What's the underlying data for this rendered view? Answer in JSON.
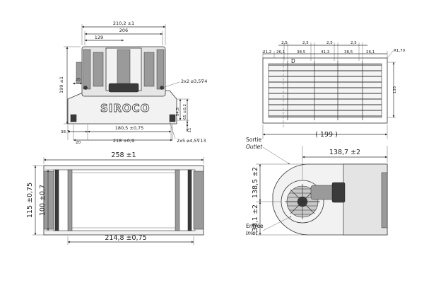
{
  "brand": "SIROCO",
  "front_view": {
    "dims": {
      "overall_width": "210,2 ±1",
      "width_206": "206",
      "width_129": "129",
      "offset_26": "26",
      "height_199": "199 ±1",
      "holes_top": "2x2 ⌀3,5⊽4",
      "height_54_5": "54,5",
      "height_65": "65 ±0,2",
      "height_11": "11",
      "left_38_7": "38,7",
      "mount_180_5": "180,5 ±0,75",
      "offset_20": "20",
      "mount_218": "218 ±0,9",
      "holes_bottom": "2x5 ⌀4,5⊽13"
    }
  },
  "fin_view": {
    "dims": {
      "pitch_2_5": "2,5",
      "a_21_2": "21,2",
      "a_26_1": "26,1",
      "a_38_5": "38,5",
      "a_41_3": "41,3",
      "a_38_5b": "38,5",
      "a_26_1b": "26,1",
      "radius": "R1,70",
      "height_135": "135",
      "label_d": "D",
      "width_199": "( 199 )"
    }
  },
  "top_view": {
    "dims": {
      "length_258": "258 ±1",
      "height_115": "115 ±0,75",
      "height_100": "100 ±0,7",
      "length_214_8": "214,8 ±0,75"
    }
  },
  "side_view": {
    "dims": {
      "width_138_7": "138,7 ±2",
      "height_138_5": "138,5 ±2",
      "height_38_1": "38,1 ±2"
    },
    "labels": {
      "outlet_fr": "Sortie",
      "outlet_en": "Outlet",
      "inlet_fr": "Entrée",
      "inlet_en": "Inlet"
    }
  }
}
